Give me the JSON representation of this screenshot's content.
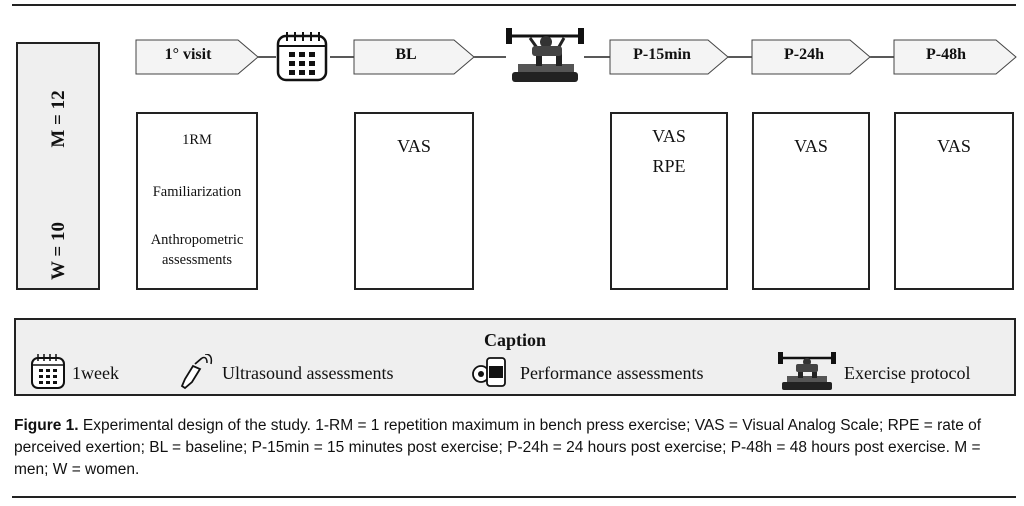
{
  "groups": {
    "men": "M = 12",
    "women": "W = 10"
  },
  "stages": [
    {
      "id": "visit",
      "label": "1° visit",
      "items": [
        "1RM",
        "Familiarization",
        "Anthropometric",
        "assessments"
      ]
    },
    {
      "id": "bl",
      "label": "BL",
      "items": [
        "VAS"
      ]
    },
    {
      "id": "p15",
      "label": "P-15min",
      "items": [
        "VAS",
        "RPE"
      ]
    },
    {
      "id": "p24",
      "label": "P-24h",
      "items": [
        "VAS"
      ]
    },
    {
      "id": "p48",
      "label": "P-48h",
      "items": [
        "VAS"
      ]
    }
  ],
  "caption": {
    "title": "Caption",
    "legend": [
      {
        "icon": "calendar-icon",
        "label": "1week"
      },
      {
        "icon": "ultrasound-probe-icon",
        "label": "Ultrasound assessments"
      },
      {
        "icon": "dynamometer-icon",
        "label": "Performance assessments"
      },
      {
        "icon": "bench-press-icon",
        "label": "Exercise protocol"
      }
    ]
  },
  "figure": {
    "label": "Figure 1.",
    "text": " Experimental design of the study. 1-RM = 1 repetition maximum in bench press exercise; VAS = Visual Analog Scale; RPE = rate of perceived exertion; BL = baseline; P-15min = 15 minutes post exercise; P-24h = 24 hours post exercise; P-48h = 48 hours post exercise. M = men; W = women."
  }
}
